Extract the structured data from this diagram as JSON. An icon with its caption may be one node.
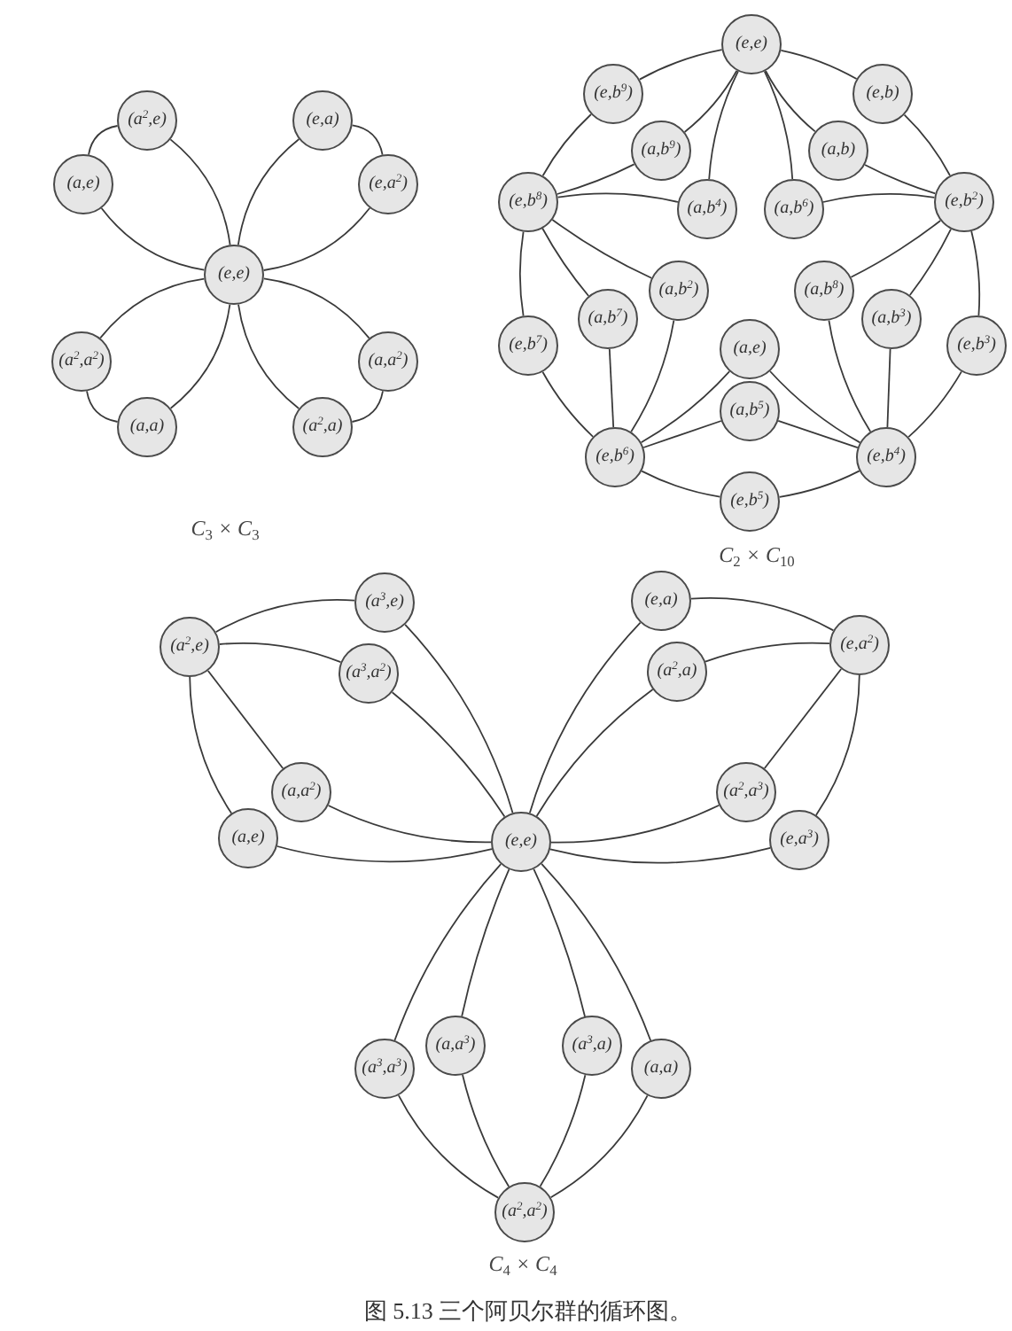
{
  "diagram": {
    "caption": "图 5.13 三个阿贝尔群的循环图。",
    "nodes": [
      {
        "text": [
          "(a$^{2}$,e)"
        ]
      },
      {
        "text": [
          "(e,a)"
        ]
      },
      {
        "text": [
          "(a,e)"
        ]
      },
      {
        "text": [
          "(e,a$^{2}$)"
        ]
      },
      {
        "text": [
          "(e,e)"
        ]
      },
      {
        "text": [
          "(a$^{2}$,a$^{2}$)"
        ]
      },
      {
        "text": [
          "(a,a$^{2}$)"
        ]
      },
      {
        "text": [
          "(a,a)"
        ]
      },
      {
        "text": [
          "(a$^{2}$,a)"
        ]
      },
      {
        "text": [
          "(e,e)"
        ]
      },
      {
        "text": [
          "(e,b$^{9}$)"
        ]
      },
      {
        "text": [
          "(e,b)"
        ]
      },
      {
        "text": [
          "(a,b$^{9}$)"
        ]
      },
      {
        "text": [
          "(a,b)"
        ]
      },
      {
        "text": [
          "(e,b$^{8}$)"
        ]
      },
      {
        "text": [
          "(a,b$^{4}$)"
        ]
      },
      {
        "text": [
          "(a,b$^{6}$)"
        ]
      },
      {
        "text": [
          "(e,b$^{2}$)"
        ]
      },
      {
        "text": [
          "(a,b$^{2}$)"
        ]
      },
      {
        "text": [
          "(a,b$^{8}$)"
        ]
      },
      {
        "text": [
          "(a,b$^{7}$)"
        ]
      },
      {
        "text": [
          "(a,b$^{3}$)"
        ]
      },
      {
        "text": [
          "(e,b$^{7}$)"
        ]
      },
      {
        "text": [
          "(e,b$^{3}$)"
        ]
      },
      {
        "text": [
          "(a,e)"
        ]
      },
      {
        "text": [
          "(a,b$^{5}$)"
        ]
      },
      {
        "text": [
          "(e,b$^{6}$)"
        ]
      },
      {
        "text": [
          "(e,b$^{4}$)"
        ]
      },
      {
        "text": [
          "(e,b$^{5}$)"
        ]
      },
      {
        "text": [
          "(a$^{3}$,e)"
        ]
      },
      {
        "text": [
          "(e,a)"
        ]
      },
      {
        "text": [
          "(a$^{2}$,e)"
        ]
      },
      {
        "text": [
          "(e,a$^{2}$)"
        ]
      },
      {
        "text": [
          "(a$^{3}$,a$^{2}$)"
        ]
      },
      {
        "text": [
          "(a$^{2}$,a)"
        ]
      },
      {
        "text": [
          "(a,a$^{2}$)"
        ]
      },
      {
        "text": [
          "(a$^{2}$,a$^{3}$)"
        ]
      },
      {
        "text": [
          "(a,e)"
        ]
      },
      {
        "text": [
          "(e,e)"
        ]
      },
      {
        "text": [
          "(e,a$^{3}$)"
        ]
      },
      {
        "text": [
          "(a,a$^{3}$)"
        ]
      },
      {
        "text": [
          "(a$^{3}$,a)"
        ]
      },
      {
        "text": [
          "(a$^{3}$,a$^{3}$)"
        ]
      },
      {
        "text": [
          "(a,a)"
        ]
      },
      {
        "text": [
          "(a$^{2}$,a$^{2}$)"
        ]
      }
    ],
    "edges": [
      {
        "from": 4,
        "to": 0,
        "arrow": "none"
      },
      {
        "from": 0,
        "to": 2,
        "arrow": "none"
      },
      {
        "from": 2,
        "to": 4,
        "arrow": "none"
      },
      {
        "from": 4,
        "to": 1,
        "arrow": "none"
      },
      {
        "from": 1,
        "to": 3,
        "arrow": "none"
      },
      {
        "from": 3,
        "to": 4,
        "arrow": "none"
      },
      {
        "from": 4,
        "to": 5,
        "arrow": "none"
      },
      {
        "from": 5,
        "to": 7,
        "arrow": "none"
      },
      {
        "from": 7,
        "to": 4,
        "arrow": "none"
      },
      {
        "from": 4,
        "to": 6,
        "arrow": "none"
      },
      {
        "from": 6,
        "to": 8,
        "arrow": "none"
      },
      {
        "from": 8,
        "to": 4,
        "arrow": "none"
      },
      {
        "from": 9,
        "to": 11,
        "arrow": "none"
      },
      {
        "from": 11,
        "to": 17,
        "arrow": "none"
      },
      {
        "from": 17,
        "to": 23,
        "arrow": "none"
      },
      {
        "from": 23,
        "to": 27,
        "arrow": "none"
      },
      {
        "from": 27,
        "to": 28,
        "arrow": "none"
      },
      {
        "from": 28,
        "to": 26,
        "arrow": "none"
      },
      {
        "from": 26,
        "to": 22,
        "arrow": "none"
      },
      {
        "from": 22,
        "to": 14,
        "arrow": "none"
      },
      {
        "from": 14,
        "to": 10,
        "arrow": "none"
      },
      {
        "from": 10,
        "to": 9,
        "arrow": "none"
      },
      {
        "from": 9,
        "to": 13,
        "arrow": "none"
      },
      {
        "from": 13,
        "to": 17,
        "arrow": "none"
      },
      {
        "from": 17,
        "to": 21,
        "arrow": "none"
      },
      {
        "from": 21,
        "to": 27,
        "arrow": "none"
      },
      {
        "from": 27,
        "to": 25,
        "arrow": "none"
      },
      {
        "from": 25,
        "to": 26,
        "arrow": "none"
      },
      {
        "from": 26,
        "to": 20,
        "arrow": "none"
      },
      {
        "from": 20,
        "to": 14,
        "arrow": "none"
      },
      {
        "from": 14,
        "to": 12,
        "arrow": "none"
      },
      {
        "from": 12,
        "to": 9,
        "arrow": "none"
      },
      {
        "from": 9,
        "to": 16,
        "arrow": "none"
      },
      {
        "from": 16,
        "to": 17,
        "arrow": "none"
      },
      {
        "from": 17,
        "to": 19,
        "arrow": "none"
      },
      {
        "from": 19,
        "to": 27,
        "arrow": "none"
      },
      {
        "from": 27,
        "to": 24,
        "arrow": "none"
      },
      {
        "from": 24,
        "to": 26,
        "arrow": "none"
      },
      {
        "from": 26,
        "to": 18,
        "arrow": "none"
      },
      {
        "from": 18,
        "to": 14,
        "arrow": "none"
      },
      {
        "from": 14,
        "to": 15,
        "arrow": "none"
      },
      {
        "from": 15,
        "to": 9,
        "arrow": "none"
      },
      {
        "from": 38,
        "to": 37,
        "arrow": "none"
      },
      {
        "from": 37,
        "to": 31,
        "arrow": "none"
      },
      {
        "from": 31,
        "to": 29,
        "arrow": "none"
      },
      {
        "from": 29,
        "to": 38,
        "arrow": "none"
      },
      {
        "from": 38,
        "to": 35,
        "arrow": "none"
      },
      {
        "from": 35,
        "to": 31,
        "arrow": "none"
      },
      {
        "from": 31,
        "to": 33,
        "arrow": "none"
      },
      {
        "from": 33,
        "to": 38,
        "arrow": "none"
      },
      {
        "from": 38,
        "to": 30,
        "arrow": "none"
      },
      {
        "from": 30,
        "to": 32,
        "arrow": "none"
      },
      {
        "from": 32,
        "to": 39,
        "arrow": "none"
      },
      {
        "from": 39,
        "to": 38,
        "arrow": "none"
      },
      {
        "from": 38,
        "to": 34,
        "arrow": "none"
      },
      {
        "from": 34,
        "to": 32,
        "arrow": "none"
      },
      {
        "from": 32,
        "to": 36,
        "arrow": "none"
      },
      {
        "from": 36,
        "to": 38,
        "arrow": "none"
      },
      {
        "from": 38,
        "to": 43,
        "arrow": "none"
      },
      {
        "from": 43,
        "to": 44,
        "arrow": "none"
      },
      {
        "from": 44,
        "to": 42,
        "arrow": "none"
      },
      {
        "from": 42,
        "to": 38,
        "arrow": "none"
      },
      {
        "from": 38,
        "to": 40,
        "arrow": "none"
      },
      {
        "from": 40,
        "to": 44,
        "arrow": "none"
      },
      {
        "from": 44,
        "to": 41,
        "arrow": "none"
      },
      {
        "from": 41,
        "to": 38,
        "arrow": "none"
      }
    ],
    "labels": [
      "C$_{3}$ × C$_{3}$",
      "C$_{2}$ × C$_{10}$",
      "C$_{4}$ × C$_{4}$"
    ]
  }
}
